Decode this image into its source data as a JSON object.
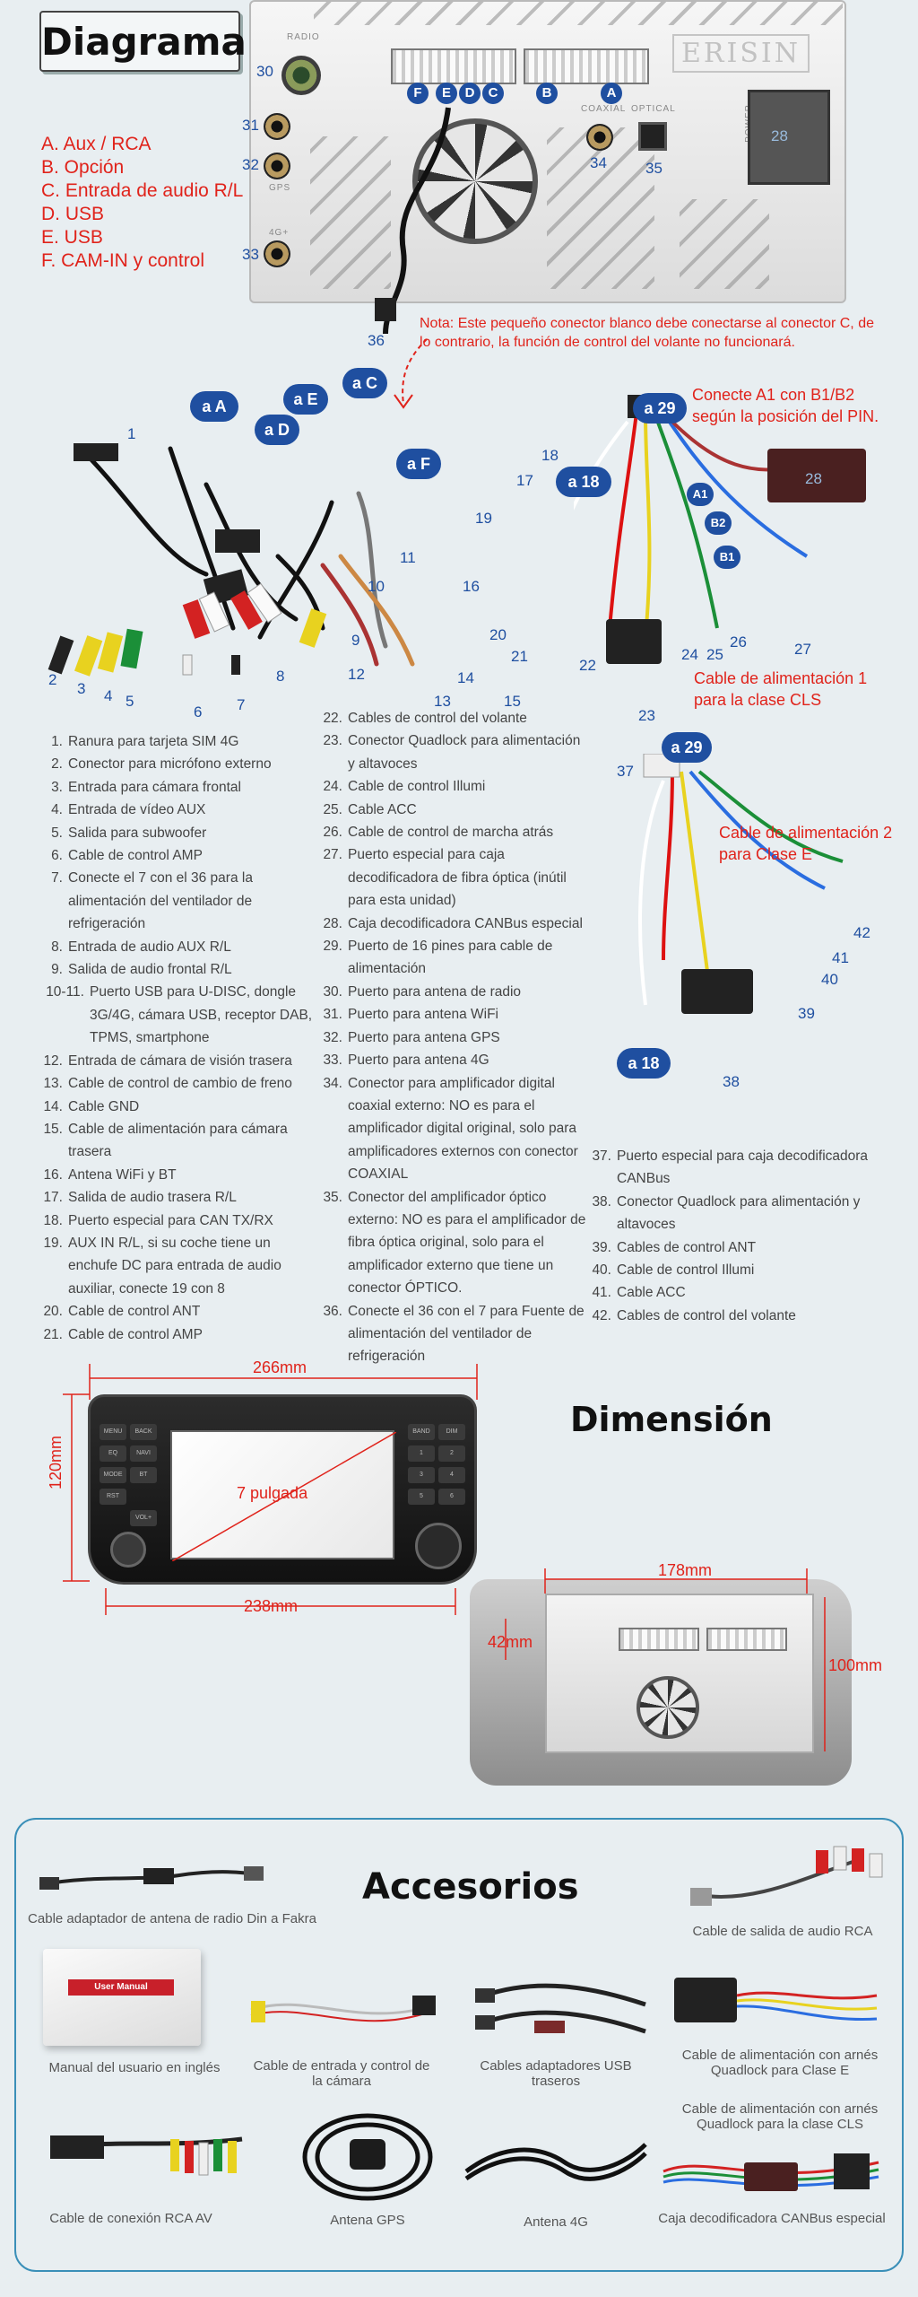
{
  "title": "Diagrama",
  "legend": [
    "A. Aux / RCA",
    "B. Opción",
    "C. Entrada de audio R/L",
    "D. USB",
    "E. USB",
    "F. CAM-IN y control"
  ],
  "unit": {
    "brand": "ERISIN",
    "port_letters": [
      "F",
      "E",
      "D",
      "C",
      "B",
      "A"
    ],
    "labels": {
      "radio": "RADIO",
      "gps": "GPS",
      "g4": "4G+",
      "coaxial": "COAXIAL",
      "optical": "OPTICAL",
      "power": "POWER"
    },
    "numbers": {
      "n30": "30",
      "n31": "31",
      "n32": "32",
      "n33": "33",
      "n34": "34",
      "n35": "35",
      "n28": "28",
      "n36": "36"
    }
  },
  "note": "Nota: Este pequeño conector blanco debe conectarse al conector C, de lo contrario, la función de control del volante no funcionará.",
  "connect_note": "Conecte A1 con B1/B2 según la posición del PIN.",
  "power_cls": "Cable de alimentación 1 para la clase CLS",
  "power_e": "Cable de alimentación 2 para Clase E",
  "pills": {
    "aA": "a A",
    "aE": "a E",
    "aC": "a C",
    "aD": "a D",
    "aF": "a F",
    "a18": "a 18",
    "a29": "a 29",
    "a29b": "a 29",
    "a18b": "a 18"
  },
  "pin_tags": {
    "A1": "A1",
    "B2": "B2",
    "B1": "B1"
  },
  "cable_numbers": [
    "1",
    "2",
    "3",
    "4",
    "5",
    "6",
    "7",
    "8",
    "9",
    "10",
    "11",
    "12",
    "13",
    "14",
    "15",
    "16",
    "17",
    "18",
    "19",
    "20",
    "21",
    "22",
    "23",
    "24",
    "25",
    "26",
    "27",
    "28",
    "37",
    "38",
    "39",
    "40",
    "41",
    "42"
  ],
  "list_left": [
    {
      "n": "1.",
      "t": "Ranura para tarjeta SIM 4G"
    },
    {
      "n": "2.",
      "t": "Conector para micrófono externo"
    },
    {
      "n": "3.",
      "t": "Entrada para cámara frontal"
    },
    {
      "n": "4.",
      "t": "Entrada de vídeo AUX"
    },
    {
      "n": "5.",
      "t": "Salida para subwoofer"
    },
    {
      "n": "6.",
      "t": "Cable de control AMP"
    },
    {
      "n": "7.",
      "t": "Conecte el 7 con el 36 para la alimentación del ventilador de refrigeración"
    },
    {
      "n": "8.",
      "t": "Entrada de audio AUX R/L"
    },
    {
      "n": "9.",
      "t": "Salida de audio frontal R/L"
    },
    {
      "n": "10-11.",
      "t": "Puerto USB para U-DISC, dongle 3G/4G, cámara USB, receptor DAB, TPMS, smartphone"
    },
    {
      "n": "12.",
      "t": "Entrada de cámara de visión trasera"
    },
    {
      "n": "13.",
      "t": "Cable de control de cambio de freno"
    },
    {
      "n": "14.",
      "t": "Cable GND"
    },
    {
      "n": "15.",
      "t": "Cable de alimentación para cámara trasera"
    },
    {
      "n": "16.",
      "t": "Antena WiFi y BT"
    },
    {
      "n": "17.",
      "t": "Salida de audio trasera R/L"
    },
    {
      "n": "18.",
      "t": "Puerto especial para CAN TX/RX"
    },
    {
      "n": "19.",
      "t": "AUX IN R/L, si su coche tiene un enchufe DC para entrada de audio auxiliar, conecte 19 con 8"
    },
    {
      "n": "20.",
      "t": "Cable de control ANT"
    },
    {
      "n": "21.",
      "t": "Cable de control AMP"
    }
  ],
  "list_mid": [
    {
      "n": "22.",
      "t": "Cables de control del volante"
    },
    {
      "n": "23.",
      "t": "Conector Quadlock para alimentación y altavoces"
    },
    {
      "n": "24.",
      "t": "Cable de control Illumi"
    },
    {
      "n": "25.",
      "t": "Cable ACC"
    },
    {
      "n": "26.",
      "t": "Cable de control de marcha atrás"
    },
    {
      "n": "27.",
      "t": "Puerto especial para caja decodificadora de fibra óptica (inútil para esta unidad)"
    },
    {
      "n": "28.",
      "t": "Caja decodificadora CANBus especial"
    },
    {
      "n": "29.",
      "t": "Puerto de 16 pines para cable de alimentación"
    },
    {
      "n": "30.",
      "t": "Puerto para antena de radio"
    },
    {
      "n": "31.",
      "t": "Puerto para antena WiFi"
    },
    {
      "n": "32.",
      "t": "Puerto para antena GPS"
    },
    {
      "n": "33.",
      "t": "Puerto para antena 4G"
    },
    {
      "n": "34.",
      "t": "Conector para amplificador digital coaxial externo: NO es para el amplificador digital original, solo para amplificadores externos con conector COAXIAL"
    },
    {
      "n": "35.",
      "t": "Conector del amplificador óptico externo: NO es para el amplificador de fibra óptica original, solo para el amplificador externo que tiene un conector ÓPTICO."
    },
    {
      "n": "36.",
      "t": "Conecte el 36 con el 7 para Fuente de alimentación del ventilador de refrigeración"
    }
  ],
  "list_right": [
    {
      "n": "37.",
      "t": "Puerto especial para caja decodificadora CANBus"
    },
    {
      "n": "38.",
      "t": "Conector Quadlock para alimentación y altavoces"
    },
    {
      "n": "39.",
      "t": "Cables de control ANT"
    },
    {
      "n": "40.",
      "t": "Cable de control Illumi"
    },
    {
      "n": "41.",
      "t": "Cable ACC"
    },
    {
      "n": "42.",
      "t": "Cables de control del volante"
    }
  ],
  "dimension": {
    "title": "Dimensión",
    "width_top": "266mm",
    "height_left": "120mm",
    "screen_size": "7 pulgada",
    "width_bottom": "238mm",
    "back_width": "178mm",
    "back_height_left": "42mm",
    "back_height_right": "100mm",
    "face_buttons": [
      "MENU",
      "BACK",
      "EQ",
      "NAVI",
      "MODE",
      "BT",
      "RST",
      "VOL+",
      "BAND",
      "DIM",
      "1",
      "2",
      "3",
      "4",
      "5",
      "6"
    ]
  },
  "accessories": {
    "title": "Accesorios",
    "items": [
      "Cable adaptador de antena de radio Din a Fakra",
      "Cable de salida de audio RCA",
      "Manual del usuario en inglés",
      "Cable de entrada y control de la cámara",
      "Cables adaptadores USB traseros",
      "Cable de alimentación con arnés Quadlock para Clase E",
      "Cable de alimentación con arnés Quadlock para la clase CLS",
      "Cable de conexión RCA AV",
      "Antena GPS",
      "Antena 4G",
      "Caja decodificadora CANBus especial"
    ],
    "manual_tag": "User Manual"
  },
  "colors": {
    "red": "#e0231b",
    "blue": "#1f4fa0",
    "frame": "#3a8fb8",
    "bg": "#e8eef1"
  }
}
